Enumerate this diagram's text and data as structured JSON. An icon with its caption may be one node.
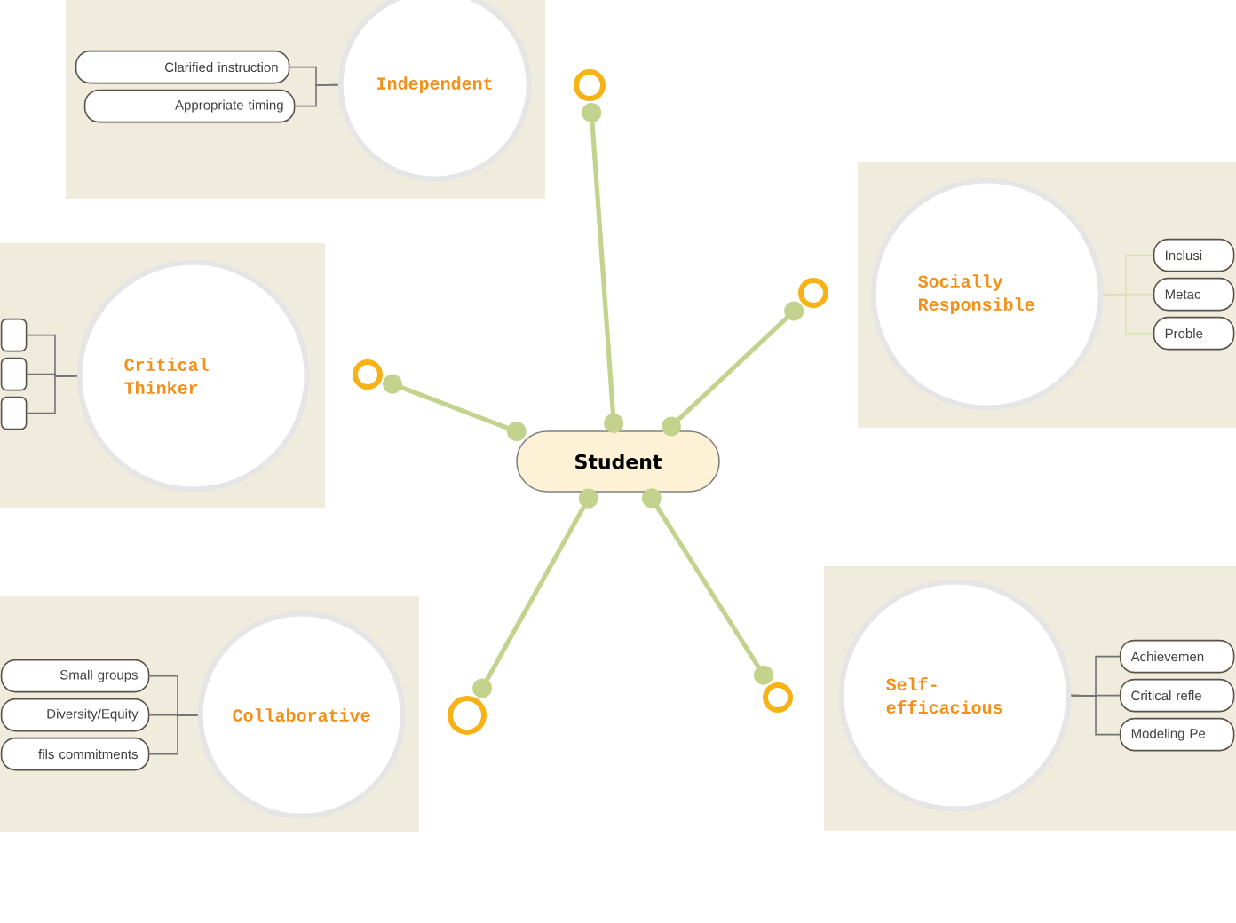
{
  "diagram": {
    "nodes": [
      {
        "text": [
          "Student"
        ]
      },
      {
        "text": [],
        "shape": "circle"
      },
      {
        "text": [],
        "shape": "circle"
      },
      {
        "text": [],
        "shape": "circle"
      },
      {
        "text": [],
        "shape": "circle"
      },
      {
        "text": [],
        "shape": "circle"
      },
      {
        "text": [],
        "shape": "box"
      },
      {
        "text": [
          "Independent"
        ],
        "in": 6
      },
      {
        "text": [
          "Clarified instruction"
        ],
        "in": 6
      },
      {
        "text": [
          "Appropriate timing"
        ],
        "in": 6
      },
      {
        "text": [],
        "shape": "box"
      },
      {
        "text": [
          "Socially Responsible"
        ],
        "in": 10
      },
      {
        "text": [
          "Inclusi"
        ],
        "in": 10
      },
      {
        "text": [
          "Metac"
        ],
        "in": 10
      },
      {
        "text": [
          "Proble"
        ],
        "in": 10
      },
      {
        "text": [],
        "shape": "box"
      },
      {
        "text": [
          "Critical Thinker"
        ],
        "in": 15
      },
      {
        "text": [],
        "shape": "box",
        "in": 15
      },
      {
        "text": [],
        "shape": "box",
        "in": 15
      },
      {
        "text": [],
        "shape": "box",
        "in": 15
      },
      {
        "text": [],
        "shape": "box"
      },
      {
        "text": [
          "Collaborative"
        ],
        "in": 20
      },
      {
        "text": [
          "Small groups"
        ],
        "in": 20
      },
      {
        "text": [
          "Diversity/Equity"
        ],
        "in": 20
      },
      {
        "text": [
          "fils commitments"
        ],
        "in": 20
      },
      {
        "text": [],
        "shape": "box"
      },
      {
        "text": [
          "Self-efficacious"
        ],
        "in": 25
      },
      {
        "text": [
          "Achievemen"
        ],
        "in": 25
      },
      {
        "text": [
          "Critical refle"
        ],
        "in": 25
      },
      {
        "text": [
          "Modeling Pe"
        ],
        "in": 25
      }
    ],
    "edges": [
      {
        "from": 0,
        "to": 1,
        "arrow": "other",
        "style": "thick",
        "color": "#c3d28c"
      },
      {
        "from": 0,
        "to": 2,
        "arrow": "other",
        "style": "thick",
        "color": "#c3d28c"
      },
      {
        "from": 0,
        "to": 3,
        "arrow": "other",
        "style": "thick",
        "color": "#c3d28c"
      },
      {
        "from": 0,
        "to": 4,
        "arrow": "other",
        "style": "thick",
        "color": "#c3d28c"
      },
      {
        "from": 0,
        "to": 5,
        "arrow": "other",
        "style": "thick",
        "color": "#c3d28c"
      },
      {
        "from": 7,
        "to": 8,
        "arrow": "none"
      },
      {
        "from": 7,
        "to": 9,
        "arrow": "none"
      },
      {
        "from": 11,
        "to": 12,
        "arrow": "none",
        "color": "#d9e2b4"
      },
      {
        "from": 11,
        "to": 13,
        "arrow": "none",
        "color": "#d9e2b4"
      },
      {
        "from": 11,
        "to": 14,
        "arrow": "none",
        "color": "#d9e2b4"
      },
      {
        "from": 16,
        "to": 17,
        "arrow": "none"
      },
      {
        "from": 16,
        "to": 18,
        "arrow": "none"
      },
      {
        "from": 16,
        "to": 19,
        "arrow": "none"
      },
      {
        "from": 21,
        "to": 22,
        "arrow": "none"
      },
      {
        "from": 21,
        "to": 23,
        "arrow": "none"
      },
      {
        "from": 21,
        "to": 24,
        "arrow": "none"
      },
      {
        "from": 26,
        "to": 27,
        "arrow": "none"
      },
      {
        "from": 26,
        "to": 28,
        "arrow": "none"
      },
      {
        "from": 26,
        "to": 29,
        "arrow": "none"
      }
    ]
  }
}
